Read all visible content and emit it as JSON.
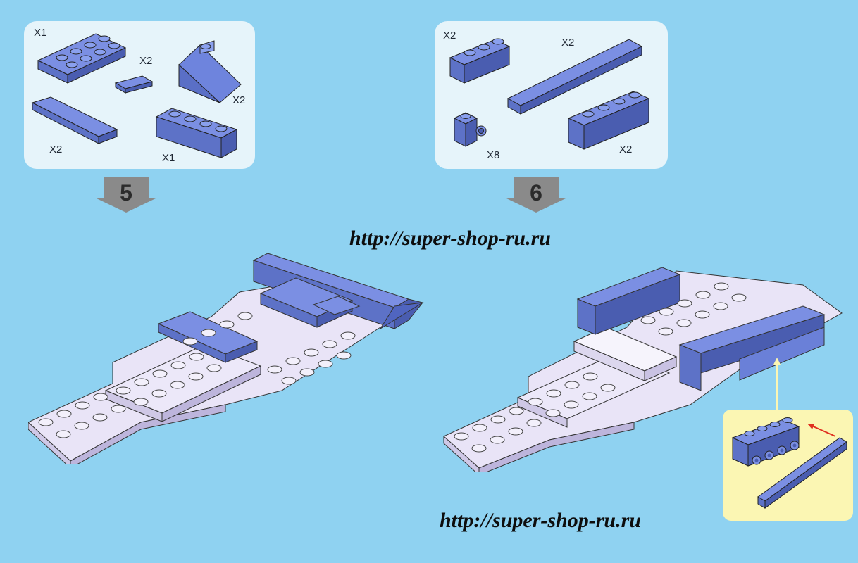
{
  "step5": {
    "number": "5",
    "parts": [
      {
        "name": "plate-2x4",
        "qty": "X1"
      },
      {
        "name": "tile-1x2",
        "qty": "X2"
      },
      {
        "name": "slope-2x2",
        "qty": "X2"
      },
      {
        "name": "tile-1x4",
        "qty": "X2"
      },
      {
        "name": "brick-1x4",
        "qty": "X1"
      }
    ]
  },
  "step6": {
    "number": "6",
    "parts": [
      {
        "name": "brick-1x3",
        "qty": "X2"
      },
      {
        "name": "tile-1x8",
        "qty": "X2"
      },
      {
        "name": "brick-1x1-side-stud",
        "qty": "X8"
      },
      {
        "name": "brick-1x4",
        "qty": "X2"
      }
    ]
  },
  "watermarks": [
    "http://super-shop-ru.ru",
    "http://super-shop-ru.ru"
  ],
  "colors": {
    "background": "#8fd2f1",
    "panel": "#e6f4fa",
    "brick_blue": "#6e88e0",
    "brick_blue_dark": "#4f63b8",
    "plate_lavender": "#e9e4f7",
    "inset_yellow": "#fbf6b3",
    "arrow_gray": "#8a8a8a",
    "pointer_red": "#e03020"
  }
}
